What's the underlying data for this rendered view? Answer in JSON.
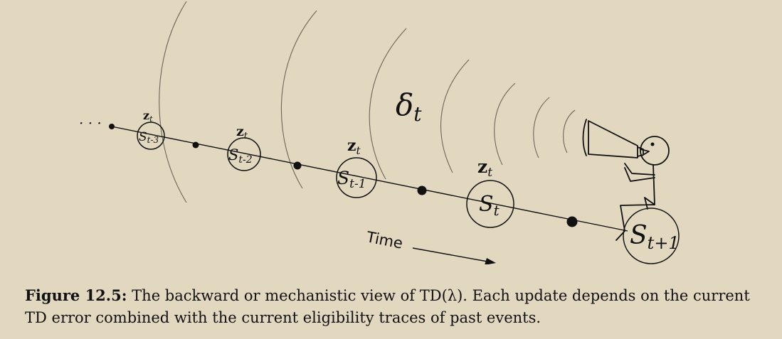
{
  "diagram": {
    "leading_ellipsis": "· · ·",
    "delta_symbol": "δ",
    "delta_subscript": "t",
    "time_label": "Time",
    "trace_symbol": "z",
    "trace_subscript": "t",
    "states": [
      {
        "main": "S",
        "sub": "t-3"
      },
      {
        "main": "S",
        "sub": "t-2"
      },
      {
        "main": "S",
        "sub": "t-1"
      },
      {
        "main": "S",
        "sub": "t"
      },
      {
        "main": "S",
        "sub": "t+1"
      }
    ]
  },
  "caption": {
    "lead": "Figure 12.5:",
    "text": " The backward or mechanistic view of TD(λ). Each update depends on the current TD error combined with the current eligibility traces of past events."
  }
}
